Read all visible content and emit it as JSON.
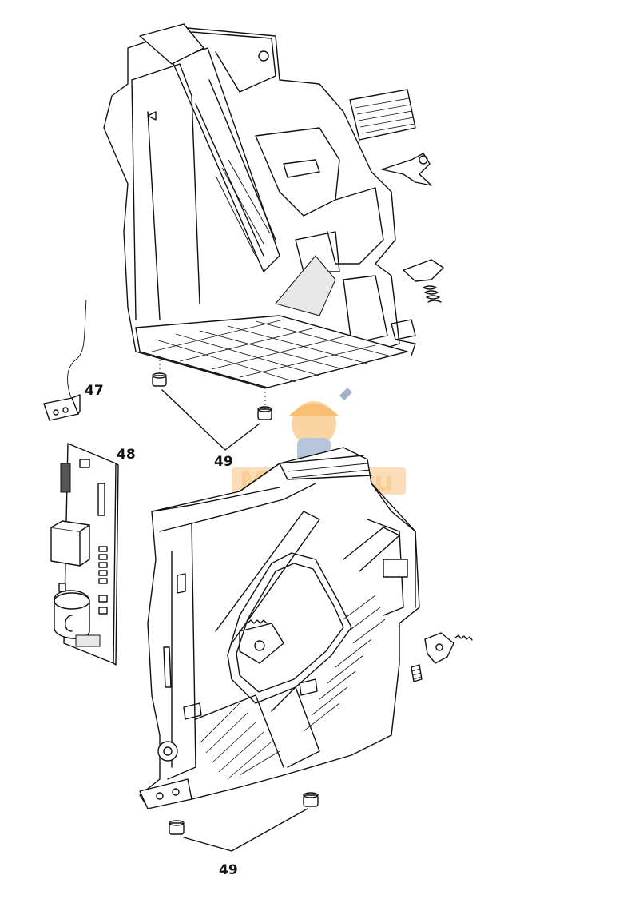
{
  "callouts": {
    "sensor": "47",
    "board": "48",
    "feet_top": "49",
    "feet_bottom": "49"
  },
  "watermark": {
    "text": "Mastak.ru",
    "color": "#f6a33a"
  }
}
